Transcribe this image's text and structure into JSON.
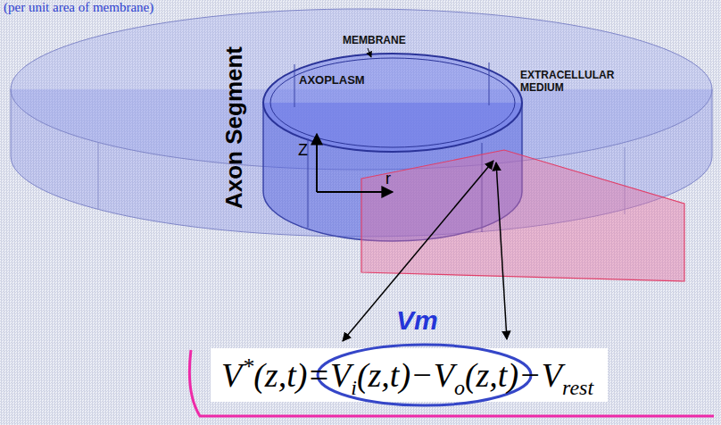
{
  "diagram": {
    "nodes": [
      {
        "text": [
          "V",
          "*",
          "(z,t)=",
          "V",
          "i",
          "(z,t)−",
          "V",
          "o",
          "(z,t)",
          "−V",
          "rest"
        ]
      }
    ],
    "labels": [
      "(per unit area of membrane)",
      "MEMBRANE",
      "AXOPLASM",
      "EXTRACELLULAR MEDIUM",
      "Axon Segment",
      "Z",
      "r",
      "Vm"
    ]
  }
}
